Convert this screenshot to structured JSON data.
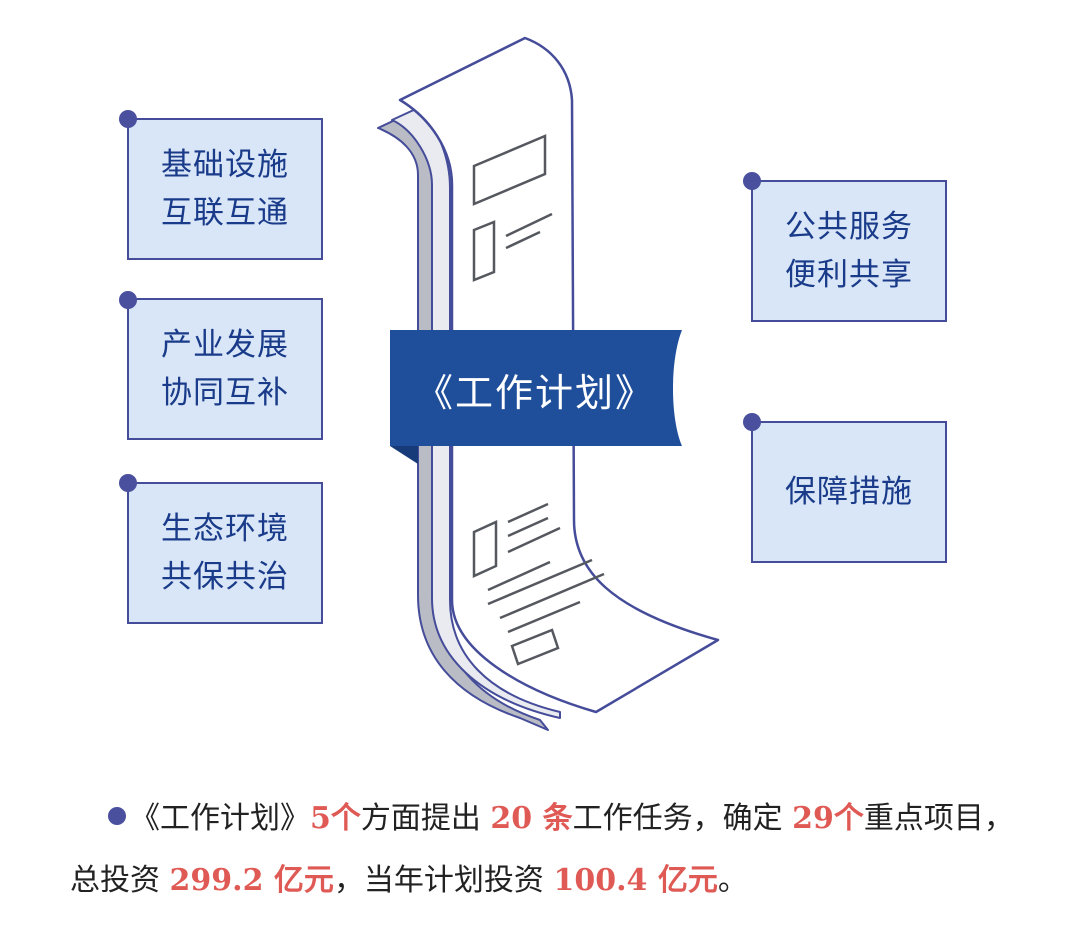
{
  "left_cards": [
    {
      "line1": "基础设施",
      "line2": "互联互通"
    },
    {
      "line1": "产业发展",
      "line2": "协同互补"
    },
    {
      "line1": "生态环境",
      "line2": "共保共治"
    }
  ],
  "right_cards": [
    {
      "line1": "公共服务",
      "line2": "便利共享"
    },
    {
      "line1": "保障措施"
    }
  ],
  "banner": {
    "title": "《工作计划》"
  },
  "summary": {
    "p1": "《工作计划》",
    "n1": "5个",
    "p2": "方面提出 ",
    "n2": "20 条",
    "p3": "工作任务，确定 ",
    "n3": "29个",
    "p4": "重点项目，总投资 ",
    "n4": "299.2 亿元",
    "p5": "，当年计划投资 ",
    "n5": "100.4 亿元",
    "p6": "。"
  },
  "colors": {
    "card_fill": "#d8e6f7",
    "card_border": "#454c99",
    "card_text": "#1a3b8a",
    "banner": "#1f4f9b",
    "highlight": "#e05a55"
  }
}
